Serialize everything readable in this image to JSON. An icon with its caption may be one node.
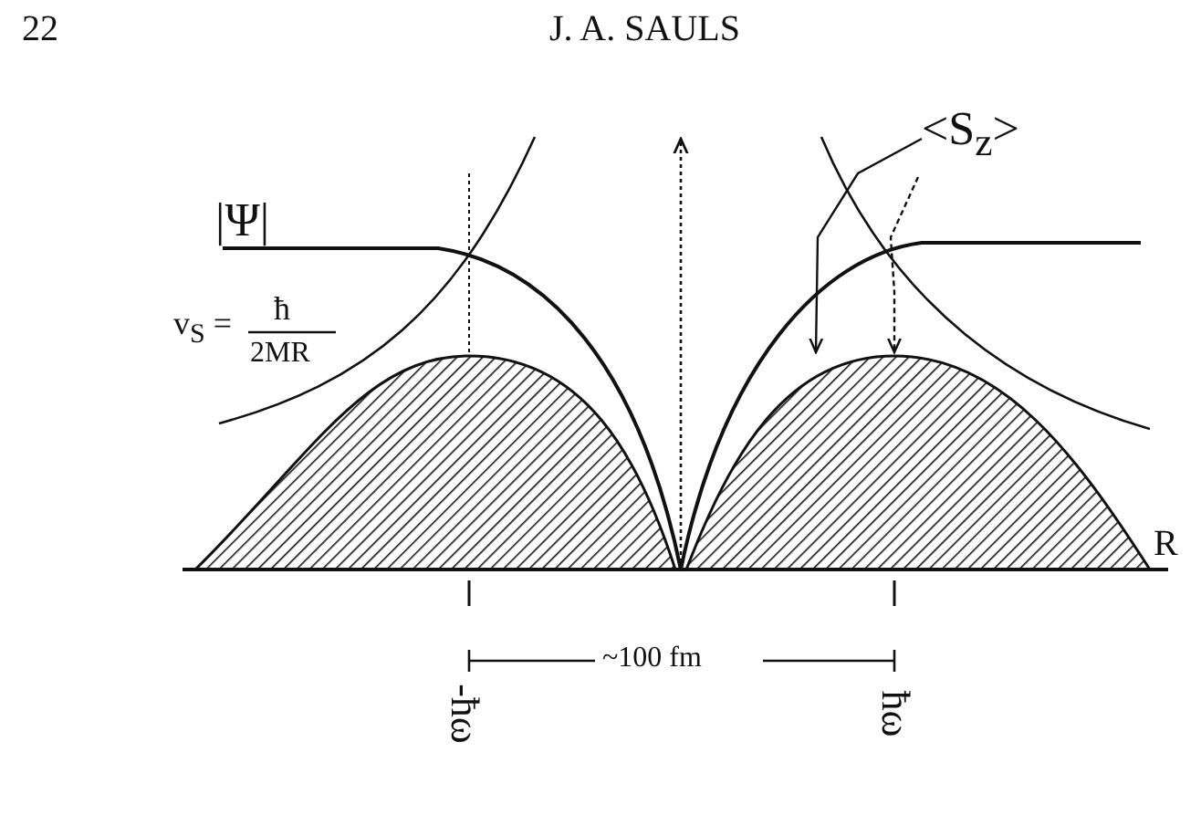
{
  "diagram": {
    "nodes": [
      {
        "text": [
          "<S$_{z}$>"
        ]
      },
      {
        "text": [],
        "shape": "mound"
      },
      {
        "text": [],
        "shape": "mound"
      }
    ],
    "edges": [
      {
        "from": 0,
        "to": 2,
        "arrow": "to"
      },
      {
        "from": 0,
        "to": 2,
        "arrow": "to",
        "style": "dashed"
      }
    ],
    "labels": [
      "22",
      "J. A. SAULS",
      "|Ψ|",
      "v$_{S}$ =",
      "ħ",
      "2MR",
      "R",
      "~100 fm",
      "-ħω",
      "ħω"
    ]
  }
}
